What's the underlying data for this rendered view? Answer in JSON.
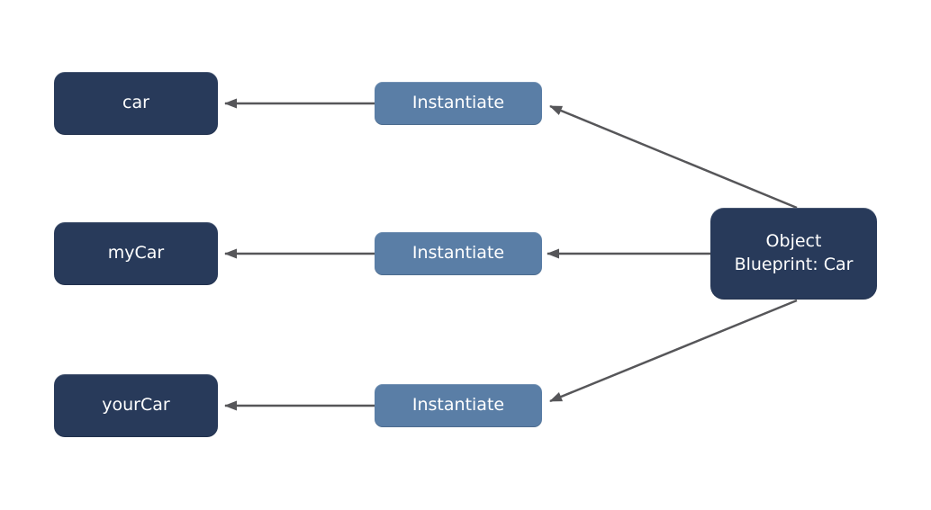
{
  "diagram": {
    "colors": {
      "instance_node": "#283a5a",
      "action_node": "#5a7ea6",
      "blueprint_node": "#283a5a",
      "arrow": "#565659",
      "node_text": "#ffffff",
      "page_background": "#ffffff"
    },
    "instances": [
      {
        "label": "car"
      },
      {
        "label": "myCar"
      },
      {
        "label": "yourCar"
      }
    ],
    "actions": [
      {
        "label": "Instantiate"
      },
      {
        "label": "Instantiate"
      },
      {
        "label": "Instantiate"
      }
    ],
    "blueprint": {
      "lines": [
        "Object",
        "Blueprint: Car"
      ]
    }
  }
}
